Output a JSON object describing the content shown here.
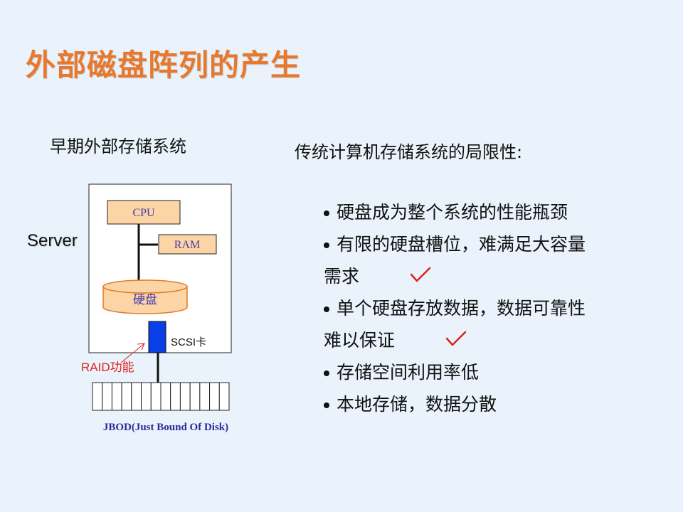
{
  "title": "外部磁盘阵列的产生",
  "left": {
    "subtitle": "早期外部存储系统",
    "server_label": "Server",
    "cpu_label": "CPU",
    "ram_label": "RAM",
    "disk_label": "硬盘",
    "scsi_label": "SCSI卡",
    "raid_label": "RAID功能",
    "jbod_label": "JBOD(Just Bound Of Disk)"
  },
  "right": {
    "heading": "传统计算机存储系统的局限性:",
    "lines": [
      {
        "text": "硬盘成为整个系统的性能瓶颈",
        "bullet": true,
        "check": false
      },
      {
        "text": "有限的硬盘槽位，难满足大容量",
        "bullet": true,
        "check": false
      },
      {
        "text": "需求",
        "bullet": false,
        "check": true
      },
      {
        "text": "单个硬盘存放数据，数据可靠性",
        "bullet": true,
        "check": false
      },
      {
        "text": "难以保证",
        "bullet": false,
        "check": true
      },
      {
        "text": "存储空间利用率低",
        "bullet": true,
        "check": false
      },
      {
        "text": "本地存储，数据分散",
        "bullet": true,
        "check": false
      }
    ]
  },
  "colors": {
    "title": "#e8782e",
    "box_fill": "#fbd5a6",
    "box_stroke": "#e07a28",
    "component_text": "#4a3aa8",
    "scsi_card": "#0b3fe6",
    "raid_label": "#e02020",
    "jbod_label": "#2a2a9a",
    "check": "#e02020"
  }
}
